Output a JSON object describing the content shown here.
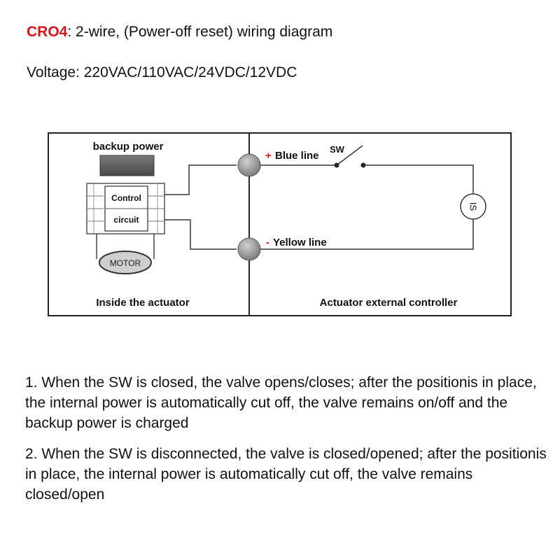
{
  "header": {
    "model": "CRO4",
    "title_rest": ": 2-wire, (Power-off reset) wiring diagram",
    "voltage": "Voltage: 220VAC/110VAC/24VDC/12VDC"
  },
  "diagram": {
    "backup_power_label": "backup power",
    "control_label": "Control",
    "circuit_label": "circuit",
    "motor_label": "MOTOR",
    "plus_sign": "+",
    "blue_line_label": "Blue line",
    "sw_label": "SW",
    "minus_sign": "-",
    "yellow_line_label": "Yellow line",
    "indicator_label": "IS",
    "inside_caption": "Inside the actuator",
    "external_caption": "Actuator external controller",
    "accent_color": "#e01010"
  },
  "notes": [
    "1. When the SW is closed, the valve opens/closes; after the positionis in place, the internal power is automatically cut off, the valve remains on/off and the backup power is charged",
    "2. When the SW is disconnected, the valve is closed/opened; after the positionis in place, the internal power is automatically cut off, the valve remains closed/open"
  ]
}
